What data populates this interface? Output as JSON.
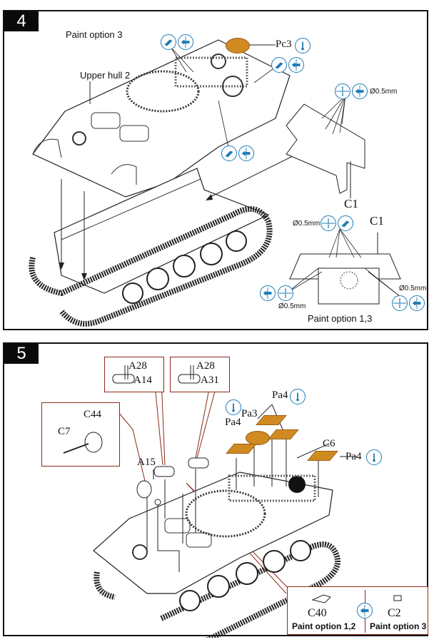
{
  "steps": [
    {
      "number": "4",
      "labels": {
        "paint_option_top": "Paint option 3",
        "upper_hull": "Upper hull 2",
        "pc3": "Pc3",
        "drill_top_right": "Ø0.5mm",
        "c1_upper": "C1",
        "c1_lower": "C1",
        "drill_mid_left": "Ø0.5mm",
        "drill_bottom_left": "Ø0.5mm",
        "drill_bottom_right": "Ø0.5mm",
        "paint_option_bottom": "Paint option 1,3"
      },
      "icons": [
        "cement-icon",
        "remove-part-icon",
        "decal-water-icon",
        "drill-icon"
      ]
    },
    {
      "number": "5",
      "labels": {
        "a28_left": "A28",
        "a14": "A14",
        "a28_right": "A28",
        "a31": "A31",
        "c44": "C44",
        "c7": "C7",
        "a15": "A15",
        "pa4_top": "Pa4",
        "pa3": "Pa3",
        "pa4_left": "Pa4",
        "c6": "C6",
        "pa4_right": "Pa4",
        "c40": "C40",
        "c2": "C2",
        "paint_option_12": "Paint option 1,2",
        "paint_option_3": "Paint option 3"
      }
    }
  ],
  "colors": {
    "icon_blue": "#1e7bb6",
    "decal_orange": "#d08a22",
    "callout_red": "#8b2a1a"
  }
}
